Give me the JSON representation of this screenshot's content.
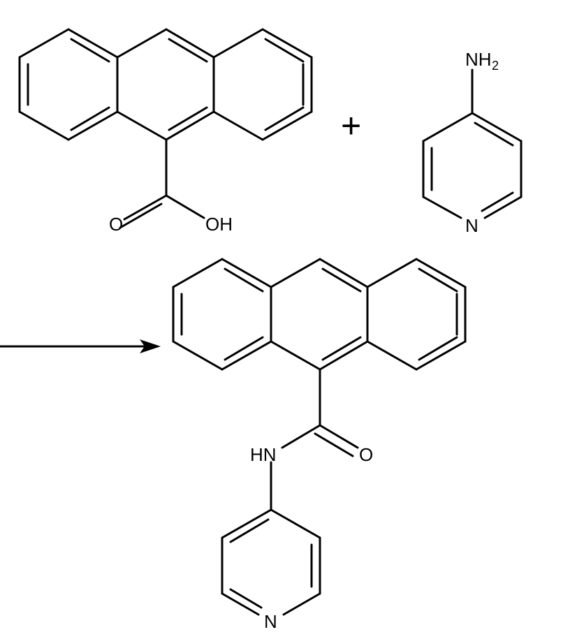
{
  "labels": {
    "reactant1_carbonyl_o": "O",
    "reactant1_hydroxyl": "OH",
    "reactant2_amino": "NH",
    "reactant2_amino_subscript": "2",
    "reactant2_ring_n": "N",
    "plus_sign": "+",
    "product_amide_nh": "HN",
    "product_carbonyl_o": "O",
    "product_ring_n": "N"
  },
  "colors": {
    "line": "#000000",
    "background": "#ffffff"
  }
}
